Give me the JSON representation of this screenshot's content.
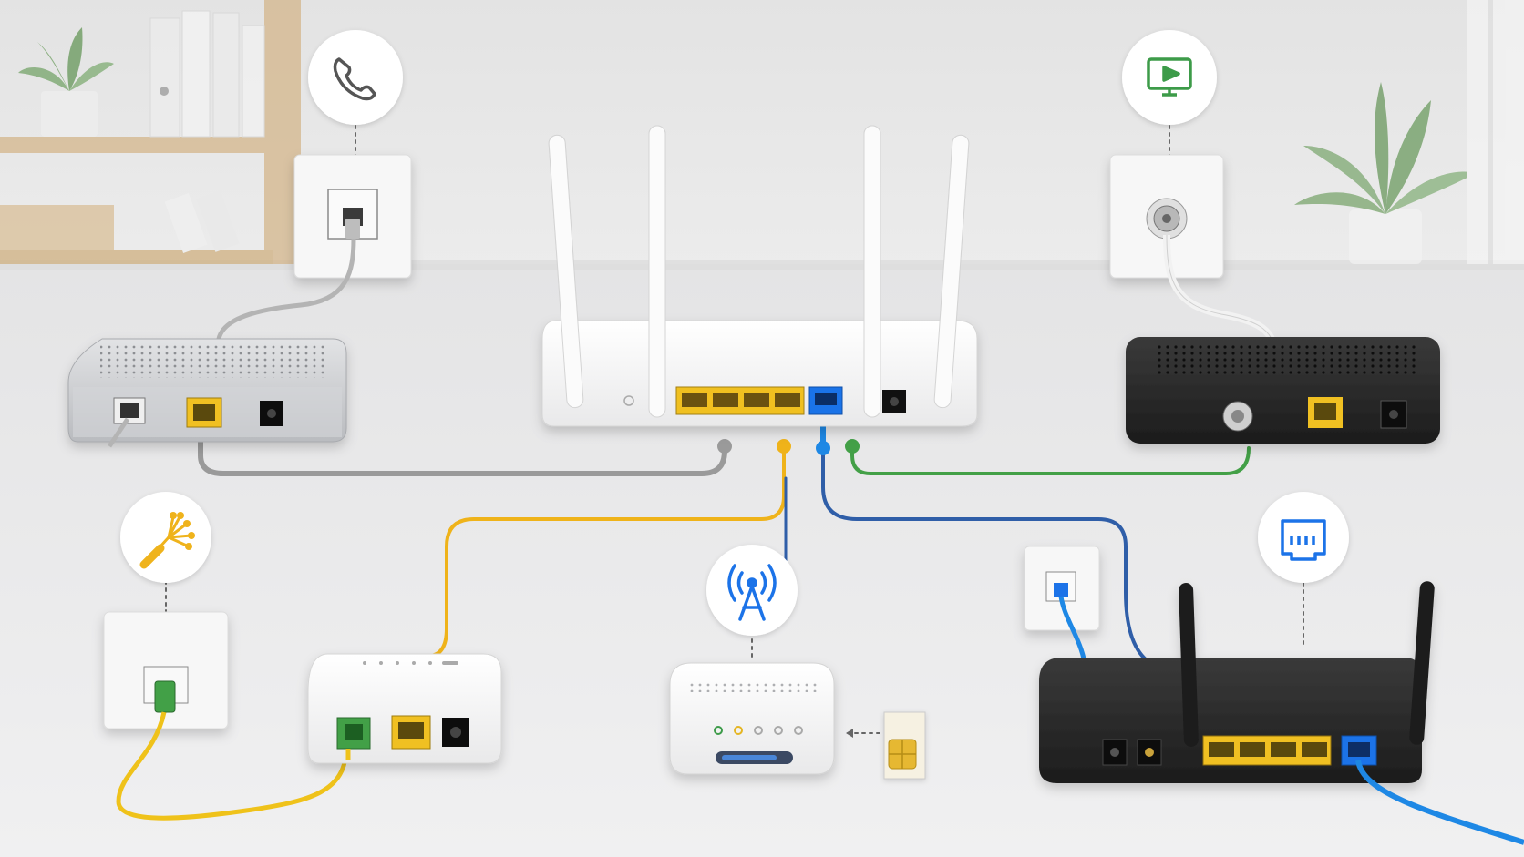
{
  "palette": {
    "wall": "#e6e6e6",
    "desk": "#e9e9ea",
    "shelf_wood": "#d8bd94",
    "white_device": "#f7f7f7",
    "silver_device": "#cfd1d4",
    "black_device": "#2a2a2a",
    "port_yellow": "#f0c020",
    "port_blue": "#1a73e8",
    "cable_gray": "#9a9a9a",
    "cable_yellow": "#efb31a",
    "cable_blue": "#1e88e5",
    "cable_navy": "#2f5ea8",
    "cable_green": "#43a047",
    "phone_icon": "#555555",
    "tv_icon": "#3c9b4a",
    "fiber_icon": "#efb31a",
    "tower_icon": "#1a73e8",
    "ethernet_icon": "#1a73e8"
  },
  "nodes": [
    {
      "id": "dsl-modem",
      "icon": "phone-icon",
      "wall_jack": "telephone-wall-jack",
      "cable": "gray"
    },
    {
      "id": "cable-modem",
      "icon": "tv-icon",
      "wall_jack": "coaxial-wall-jack",
      "cable": "green"
    },
    {
      "id": "fiber-ont",
      "icon": "fiber-optic-icon",
      "wall_jack": "fiber-wall-jack",
      "cable": "yellow"
    },
    {
      "id": "cellular-modem",
      "icon": "cell-tower-icon",
      "wall_jack": "sim-card",
      "cable": "navy"
    },
    {
      "id": "ethernet-router",
      "icon": "ethernet-port-icon",
      "wall_jack": "ethernet-wall-jack",
      "cable": "blue"
    }
  ],
  "central_router": {
    "antennas": 4,
    "lan_ports": 4,
    "wan_ports": 1
  }
}
